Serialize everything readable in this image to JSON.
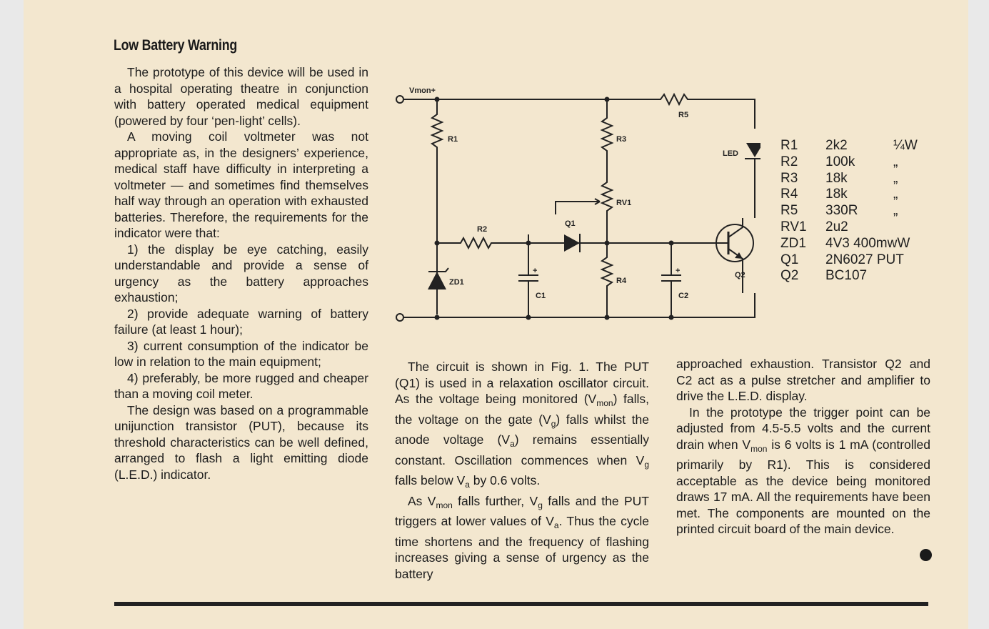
{
  "title": "Low Battery Warning",
  "col1": [
    "The prototype of this device will be used in a hospital operating theatre in conjunction with battery operated medical equipment (powered by four ‘pen-light’ cells).",
    "A moving coil voltmeter was not appropriate as, in the designers’ experience, medical staff have difficulty in interpreting a voltmeter — and sometimes find themselves half way through an operation with exhausted batteries. Therefore, the requirements for the indicator were that:",
    "1) the display be eye catching, easily understandable and provide a sense of urgency as the battery approaches exhaustion;",
    "2) provide adequate warning of battery failure (at least 1 hour);",
    "3) current consumption of the indicator be low in relation to the main equipment;",
    "4) preferably, be more rugged and cheaper than a moving coil meter.",
    "The design was based on a programmable unijunction transistor (PUT), because its threshold characteristics can be well defined, arranged to flash a light emitting diode (L.E.D.) indicator."
  ],
  "col2": {
    "p1a": "The circuit is shown in Fig. 1. The PUT (Q1) is used in a relaxation oscillator circuit. As the voltage being monitored (V",
    "p1b": "mon",
    "p1c": ") falls, the voltage on the gate (V",
    "p1d": "g",
    "p1e": ") falls whilst the anode voltage (V",
    "p1f": "a",
    "p1g": ") remains essentially constant. Oscillation commences when V",
    "p1h": "g",
    "p1i": " falls below V",
    "p1j": "a",
    "p1k": " by 0.6 volts.",
    "p2a": "As V",
    "p2b": "mon",
    "p2c": " falls further, V",
    "p2d": "g",
    "p2e": " falls and the PUT triggers at lower values of V",
    "p2f": "a",
    "p2g": ". Thus the cycle time shortens and the frequency of flashing increases giving a sense of urgency as the battery"
  },
  "col3": {
    "p1": "approached exhaustion. Transistor Q2 and C2 act as a pulse stretcher and amplifier to drive the L.E.D. display.",
    "p2a": "In the prototype the trigger point can be adjusted from 4.5-5.5 volts and the current drain when V",
    "p2b": "mon",
    "p2c": " is 6 volts is 1 mA (controlled primarily by R1). This is considered acceptable as the device being monitored draws 17 mA. All the requirements have been met. The components are mounted on the printed circuit board of the main device."
  },
  "circuit_labels": {
    "vmon": "Vmon+",
    "r1": "R1",
    "r2": "R2",
    "r3": "R3",
    "r4": "R4",
    "r5": "R5",
    "rv1": "RV1",
    "q1": "Q1",
    "q2": "Q2",
    "zd1": "ZD1",
    "c1": "C1",
    "c2": "C2",
    "led": "LED",
    "plus": "+"
  },
  "parts_list": [
    {
      "ref": "R1",
      "value": "2k2",
      "rating": "¼W"
    },
    {
      "ref": "R2",
      "value": "100k",
      "rating": "„"
    },
    {
      "ref": "R3",
      "value": "18k",
      "rating": "„"
    },
    {
      "ref": "R4",
      "value": "18k",
      "rating": "„"
    },
    {
      "ref": "R5",
      "value": "330R",
      "rating": "„"
    },
    {
      "ref": "RV1",
      "value": "2u2",
      "rating": ""
    },
    {
      "ref": "ZD1",
      "value": "4V3 400mwW",
      "rating": ""
    },
    {
      "ref": "Q1",
      "value": "2N6027 PUT",
      "rating": ""
    },
    {
      "ref": "Q2",
      "value": "BC107",
      "rating": ""
    }
  ]
}
